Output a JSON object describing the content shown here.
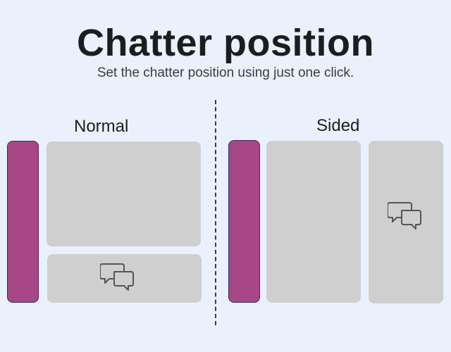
{
  "header": {
    "title": "Chatter position",
    "subtitle": "Set the chatter position using just one click."
  },
  "options": [
    {
      "label": "Normal",
      "chatter_icon": "chat-bubbles-icon"
    },
    {
      "label": "Sided",
      "chatter_icon": "chat-bubbles-icon"
    }
  ],
  "colors": {
    "background": "#EAF1FD",
    "sidebar": "#A84786",
    "panel": "#CFCFCF",
    "text": "#1C1D1F"
  }
}
